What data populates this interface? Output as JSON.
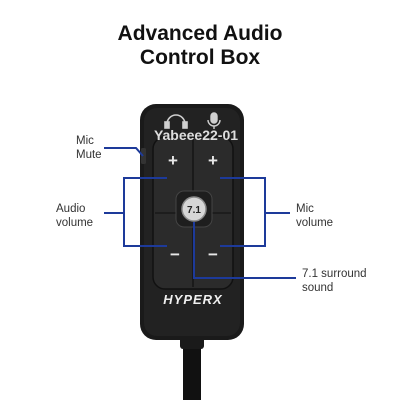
{
  "title": {
    "line1": "Advanced Audio",
    "line2": "Control Box"
  },
  "callouts": {
    "mic_mute": {
      "line1": "Mic",
      "line2": "Mute"
    },
    "audio_volume": {
      "line1": "Audio",
      "line2": "volume"
    },
    "mic_volume": {
      "line1": "Mic",
      "line2": "volume"
    },
    "surround": {
      "line1": "7.1 surround",
      "line2": "sound"
    }
  },
  "device": {
    "brand": "HYPERX",
    "watermark": "Yabeee22-01",
    "center_button_label": "7.1",
    "plus_symbol": "+",
    "minus_symbol": "−",
    "icons": [
      "headphones-icon",
      "microphone-icon"
    ]
  },
  "colors": {
    "callout_line": "#1d3a9a",
    "device_body": "#1c1c1c",
    "device_face": "#2a2a2a"
  }
}
